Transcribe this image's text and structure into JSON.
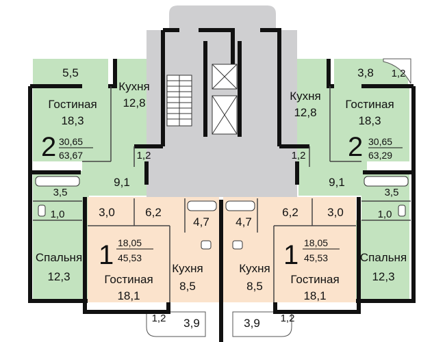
{
  "colors": {
    "green": "#c3e3bf",
    "peach": "#fbe3cc",
    "gray": "#cfcfd1",
    "wall": "#111111",
    "outline": "#555555"
  },
  "apt_left_2": {
    "rooms_count": "2",
    "living_area": "30,65",
    "total_area": "63,67",
    "balcony": "5,5",
    "living_name": "Гостиная",
    "living": "18,3",
    "kitchen_name": "Кухня",
    "kitchen": "12,8",
    "wc": "1,2",
    "hall": "9,1",
    "bath": "3,5",
    "toilet": "1,0",
    "bedroom_name": "Спальня",
    "bedroom": "12,3"
  },
  "apt_right_2": {
    "rooms_count": "2",
    "living_area": "30,65",
    "total_area": "63,29",
    "balcony": "3,8",
    "balcony_corner": "1,2",
    "living_name": "Гостиная",
    "living": "18,3",
    "kitchen_name": "Кухня",
    "kitchen": "12,8",
    "wc": "1,2",
    "hall": "9,1",
    "bath": "3,5",
    "toilet": "1,0",
    "bedroom_name": "Спальня",
    "bedroom": "12,3"
  },
  "apt_left_1": {
    "rooms_count": "1",
    "living_area": "18,05",
    "total_area": "45,53",
    "hall_a": "3,0",
    "hall_b": "6,2",
    "bath": "4,7",
    "living_name": "Гостиная",
    "living": "18,1",
    "kitchen_name": "Кухня",
    "kitchen": "8,5",
    "balcony_corner": "1,2",
    "balcony": "3,9"
  },
  "apt_right_1": {
    "rooms_count": "1",
    "living_area": "18,05",
    "total_area": "45,53",
    "hall_a": "3,0",
    "hall_b": "6,2",
    "bath": "4,7",
    "living_name": "Гостиная",
    "living": "18,1",
    "kitchen_name": "Кухня",
    "kitchen": "8,5",
    "balcony_corner": "1,2",
    "balcony": "3,9"
  }
}
